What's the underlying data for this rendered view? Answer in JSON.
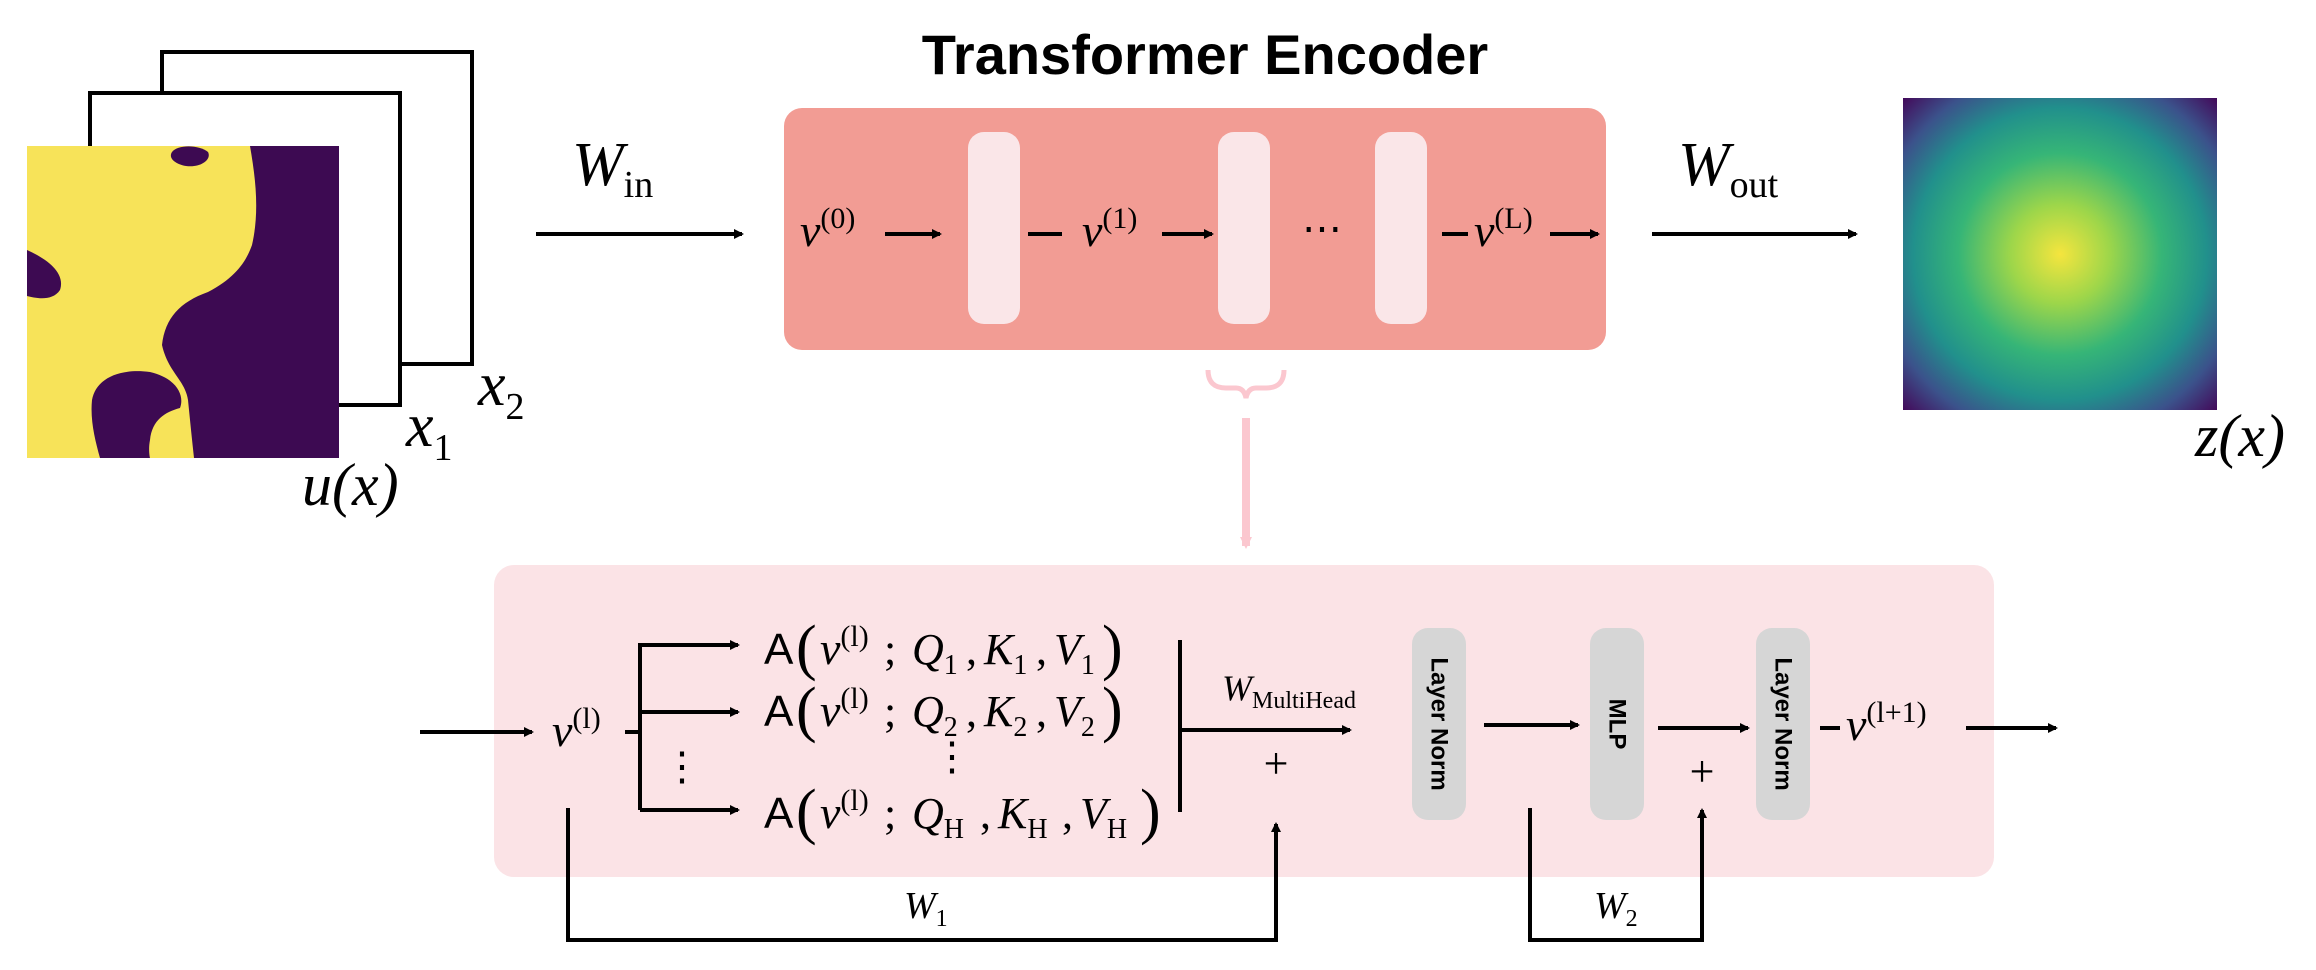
{
  "title": "Transformer Encoder",
  "colors": {
    "encoder_bg": "#f29c94",
    "encoder_block": "#fae6e8",
    "detail_bg": "#fbe3e6",
    "brace_pink": "#fbc7cf",
    "gray_block": "#d6d6d6",
    "yellow": "#f7e359",
    "purple": "#3d0a52"
  },
  "labels": {
    "w_in_main": "W",
    "w_in_sub": "in",
    "w_out_main": "W",
    "w_out_sub": "out",
    "input_u": "u(x)",
    "input_x1_main": "x",
    "input_x1_sub": "1",
    "input_x2_main": "x",
    "input_x2_sub": "2",
    "output_z": "z(x)",
    "v_symbol": "v",
    "v0_sup": "(0)",
    "v1_sup": "(1)",
    "vL_sup": "(L)",
    "ellipsis_h": "⋯",
    "vl_sup": "(l)",
    "vl1_sup": "(l+1)",
    "attn_A": "A",
    "head1": {
      "q": "Q",
      "qs": "1",
      "k": "K",
      "ks": "1",
      "vv": "V",
      "vs": "1"
    },
    "head2": {
      "q": "Q",
      "qs": "2",
      "k": "K",
      "ks": "2",
      "vv": "V",
      "vs": "2"
    },
    "headH": {
      "q": "Q",
      "qs": "H",
      "k": "K",
      "ks": "H",
      "vv": "V",
      "vs": "H"
    },
    "semicolon": ";",
    "comma": ",",
    "vdots": "⋮",
    "w_multi_main": "W",
    "w_multi_sub": "MultiHead",
    "plus": "+",
    "layer_norm": "Layer Norm",
    "mlp": "MLP",
    "w1_main": "W",
    "w1_sub": "1",
    "w2_main": "W",
    "w2_sub": "2"
  }
}
